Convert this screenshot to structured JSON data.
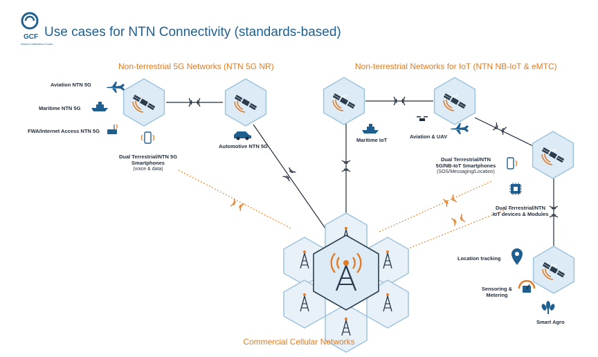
{
  "title": "Use cases for NTN Connectivity (standards-based)",
  "logo": {
    "text": "GCF",
    "subtext": "Global Certification Forum"
  },
  "sections": {
    "ntn5g": "Non-terrestrial 5G Networks (NTN 5G NR)",
    "ntniot": "Non-terrestrial Networks for IoT (NTN NB-IoT & eMTC)",
    "cellular": "Commercial Cellular Networks"
  },
  "satellite_label": "IoT",
  "labels": {
    "aviation_ntn5g": "Aviation NTN 5G",
    "maritime_ntn5g": "Maritime NTN 5G",
    "fwa": "FWA/Internet Access NTN 5G",
    "dual_5g_line1": "Dual Terrestrial/NTN 5G",
    "dual_5g_line2": "Smartphones",
    "dual_5g_sub": "(voice & data)",
    "automotive": "Automotive NTN 5G",
    "maritime_iot": "Maritime IoT",
    "aviation_uav": "Aviation & UAV",
    "dual_iot_phone_line1": "Dual Terrestrial/NTN",
    "dual_iot_phone_line2": "5G/NB-IoT Smartphones",
    "dual_iot_phone_sub": "(SOS/Messaging/Location)",
    "dual_iot_mod_line1": "Dual Terrestrial/NTN",
    "dual_iot_mod_line2": "IoT devices & Modules",
    "location": "Location tracking",
    "sensoring_line1": "Sensoring &",
    "sensoring_line2": "Metering",
    "agro": "Smart Agro"
  },
  "colors": {
    "brand_blue": "#1f5f8f",
    "orange": "#e07b24",
    "hex_fill": "#dcebf5",
    "hex_stroke": "#9cc3dd",
    "line_dark": "#1e2b3a"
  }
}
